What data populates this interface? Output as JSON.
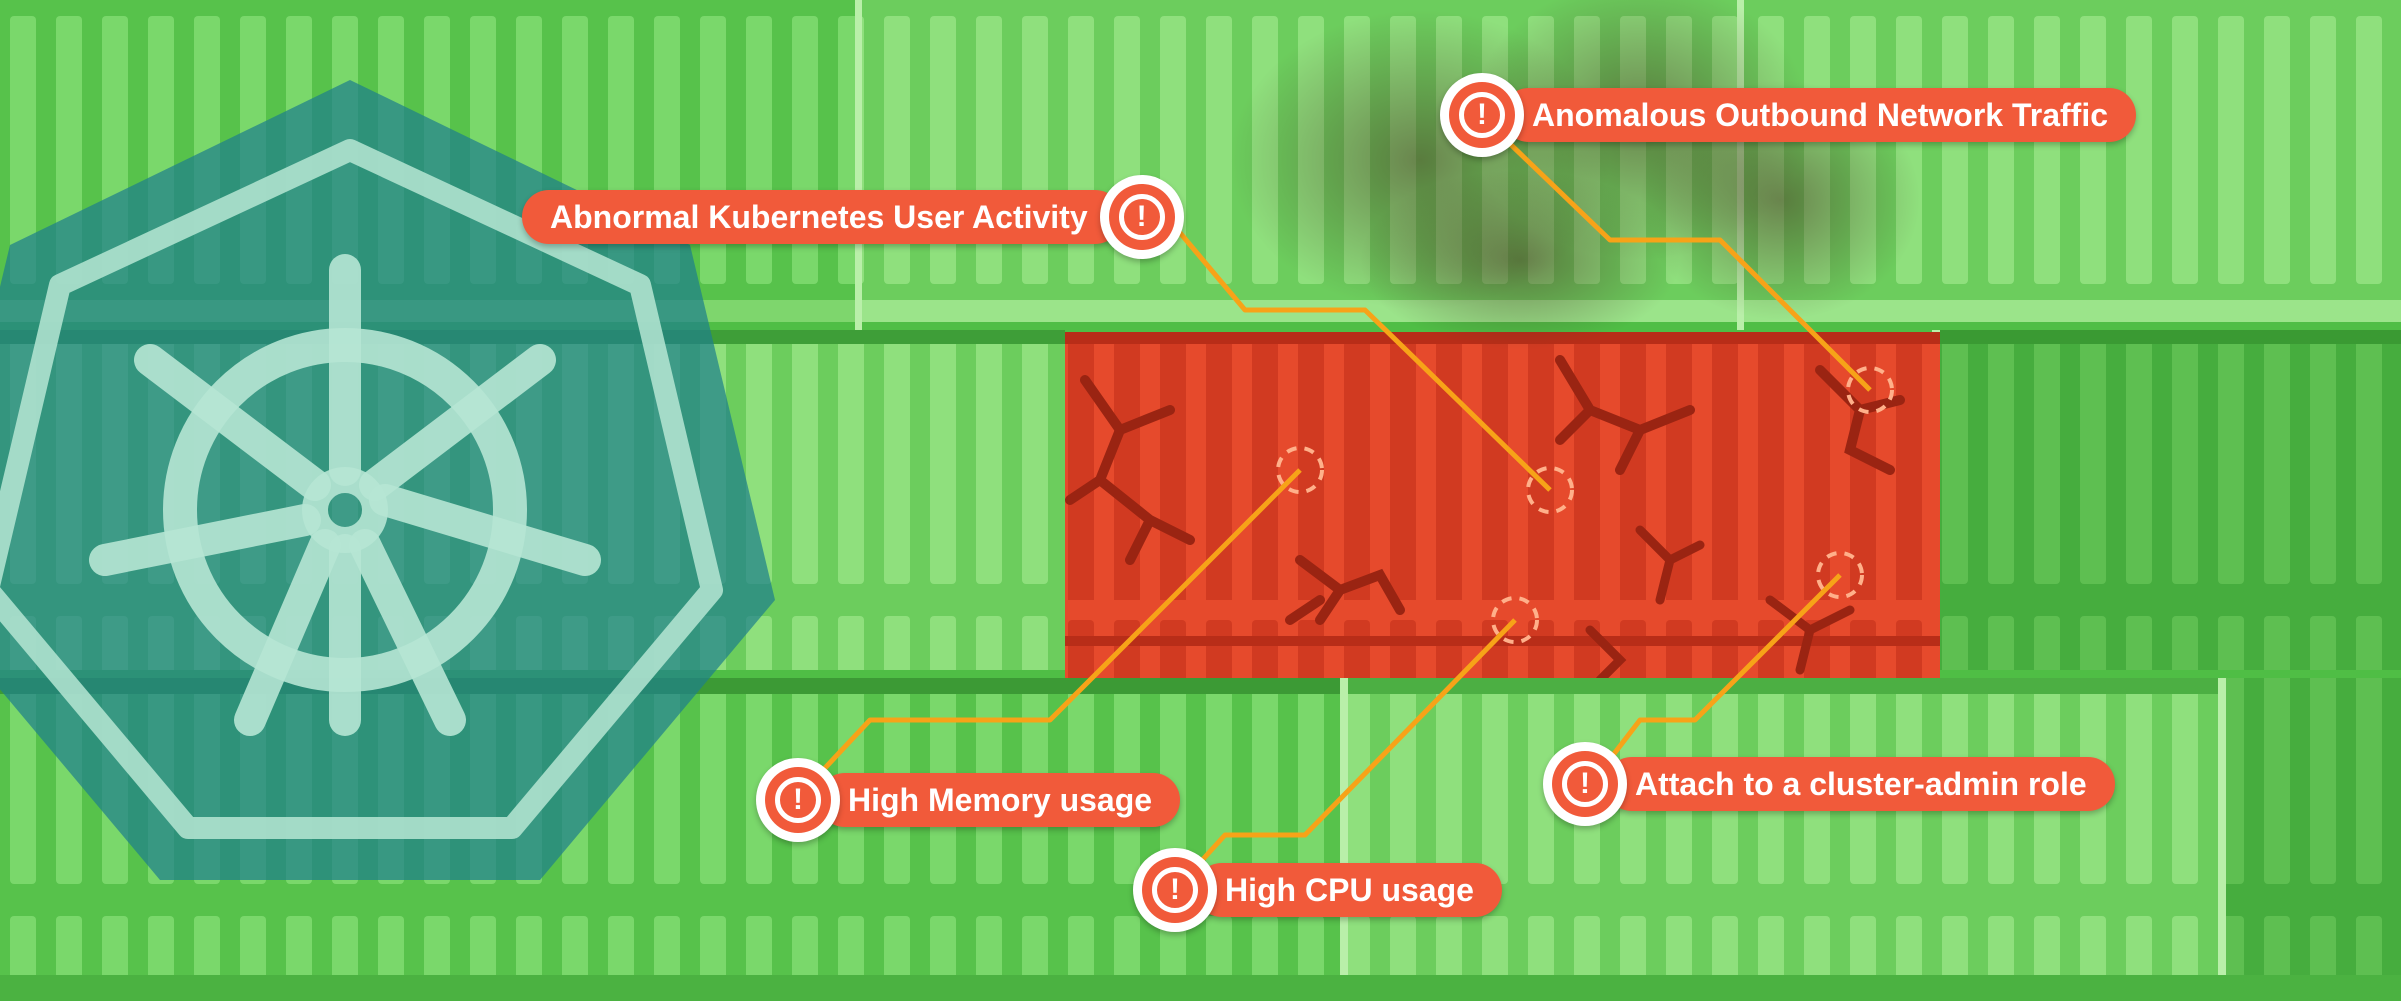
{
  "scene": {
    "logo": "kubernetes-helm-logo",
    "colors": {
      "container_green": "#5cc850",
      "container_red": "#e8462a",
      "alert": "#f15a3a",
      "connector": "#f7a318",
      "logo_hex": "#1f7f8a"
    }
  },
  "alerts": [
    {
      "id": "network",
      "label": "Anomalous Outbound Network Traffic",
      "icon": "alert-icon"
    },
    {
      "id": "user",
      "label": "Abnormal Kubernetes User Activity",
      "icon": "alert-icon"
    },
    {
      "id": "memory",
      "label": "High Memory usage",
      "icon": "alert-icon"
    },
    {
      "id": "cpu",
      "label": "High CPU usage",
      "icon": "alert-icon"
    },
    {
      "id": "admin",
      "label": "Attach to a cluster-admin role",
      "icon": "alert-icon"
    }
  ]
}
